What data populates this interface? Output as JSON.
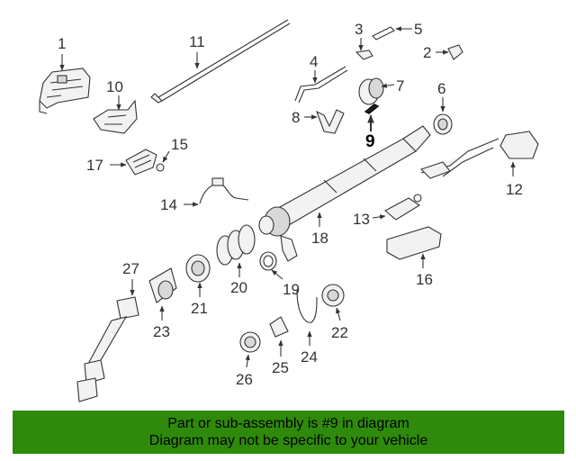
{
  "colors": {
    "banner_bg": "#2f8a0b",
    "line": "#333333",
    "highlight": "#000000"
  },
  "diagram": {
    "highlighted_part": "9",
    "labels": [
      "1",
      "2",
      "3",
      "4",
      "5",
      "6",
      "7",
      "8",
      "9",
      "10",
      "11",
      "12",
      "13",
      "14",
      "15",
      "16",
      "17",
      "18",
      "19",
      "20",
      "21",
      "22",
      "23",
      "24",
      "25",
      "26",
      "27"
    ]
  },
  "banner": {
    "line1": "Part or sub-assembly is #9 in diagram",
    "line2": "Diagram may not be specific to your vehicle"
  }
}
